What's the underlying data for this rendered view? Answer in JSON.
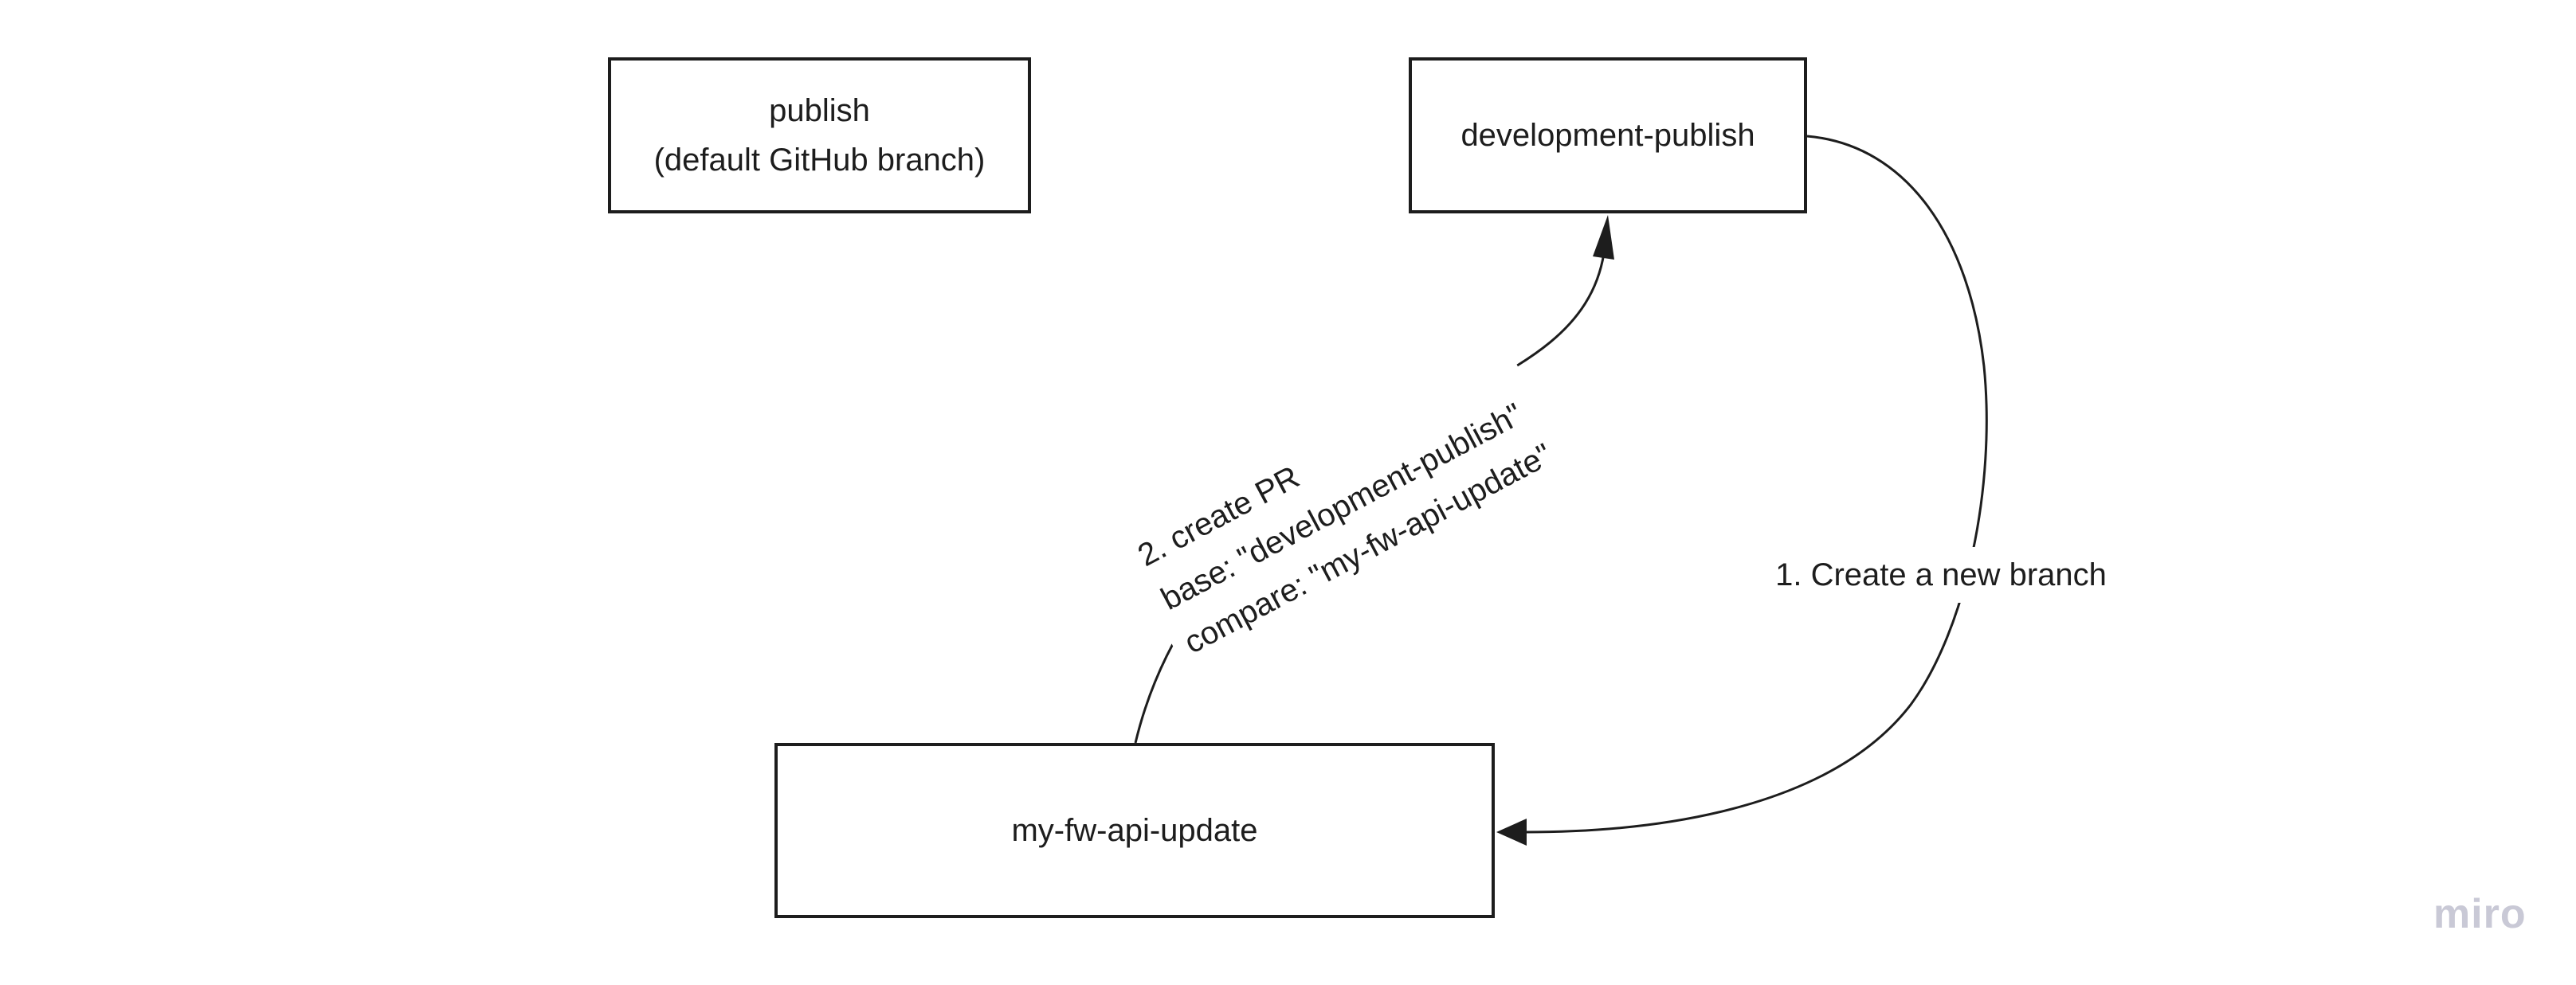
{
  "board": {
    "background_color": "#ffffff",
    "stroke_color": "#1d1d1d",
    "nodes": {
      "publish": {
        "label": "publish\n(default GitHub branch)"
      },
      "development_publish": {
        "label": "development-publish"
      },
      "my_fw_api_update": {
        "label": "my-fw-api-update"
      }
    },
    "connectors": {
      "create_branch": {
        "label": "1. Create a new branch",
        "from": "development-publish",
        "to": "my-fw-api-update"
      },
      "create_pr": {
        "label_line1": "2. create PR",
        "label_line2": "base: \"development-publish\"",
        "label_line3": "compare: \"my-fw-api-update\"",
        "from": "my-fw-api-update",
        "to": "development-publish"
      }
    }
  },
  "watermark": {
    "label": "miro",
    "color": "#c9c9d6"
  }
}
